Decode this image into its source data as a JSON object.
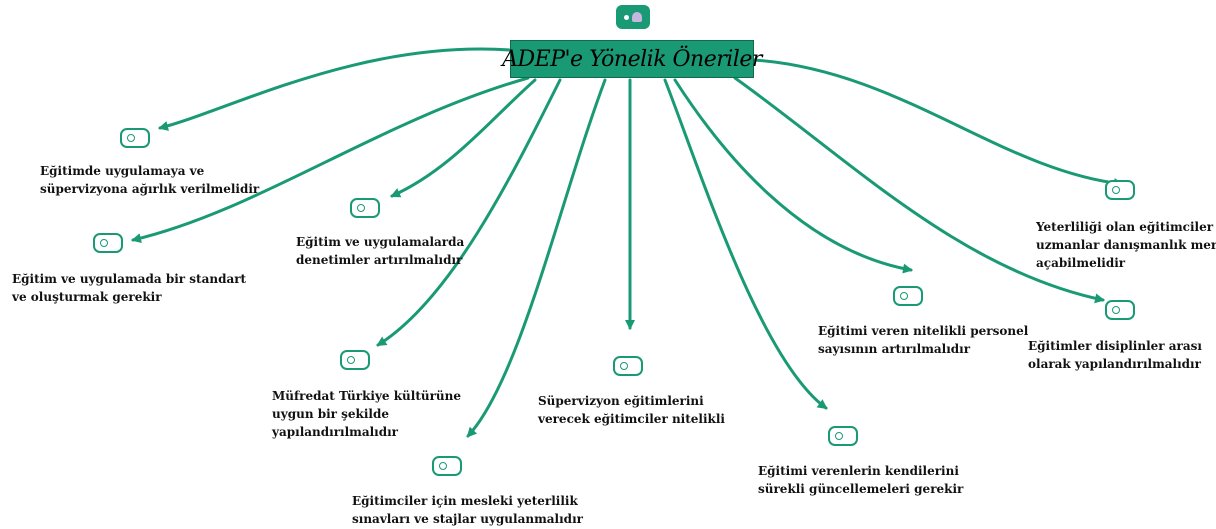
{
  "title": "ADEP'e Yönelik Öneriler",
  "accent_color": "#1a9a74",
  "top_icon": "users-chip-icon",
  "node_icon": "toggle-node-icon",
  "nodes": [
    {
      "lines": [
        "Eğitimde uygulamaya ve",
        "süpervizyona ağırlık verilmelidir"
      ]
    },
    {
      "lines": [
        "Eğitim ve uygulamada bir standart",
        "ve oluşturmak gerekir"
      ]
    },
    {
      "lines": [
        "Eğitim ve uygulamalarda",
        "denetimler artırılmalıdır"
      ]
    },
    {
      "lines": [
        "Müfredat Türkiye kültürüne",
        "uygun bir şekilde",
        "yapılandırılmalıdır"
      ]
    },
    {
      "lines": [
        "Eğitimciler için mesleki yeterlilik",
        "sınavları ve stajlar uygulanmalıdır"
      ]
    },
    {
      "lines": [
        "Süpervizyon eğitimlerini",
        "verecek eğitimciler nitelikli"
      ]
    },
    {
      "lines": [
        "Eğitimi verenlerin kendilerini",
        "sürekli güncellemeleri gerekir"
      ]
    },
    {
      "lines": [
        "Eğitimi veren nitelikli personel",
        "sayısının artırılmalıdır"
      ]
    },
    {
      "lines": [
        "Eğitimler disiplinler arası",
        "olarak yapılandırılmalıdır"
      ]
    },
    {
      "lines": [
        "Yeterliliği olan eğitimciler ve",
        "uzmanlar danışmanlık merkezi",
        "açabilmelidir"
      ]
    }
  ]
}
